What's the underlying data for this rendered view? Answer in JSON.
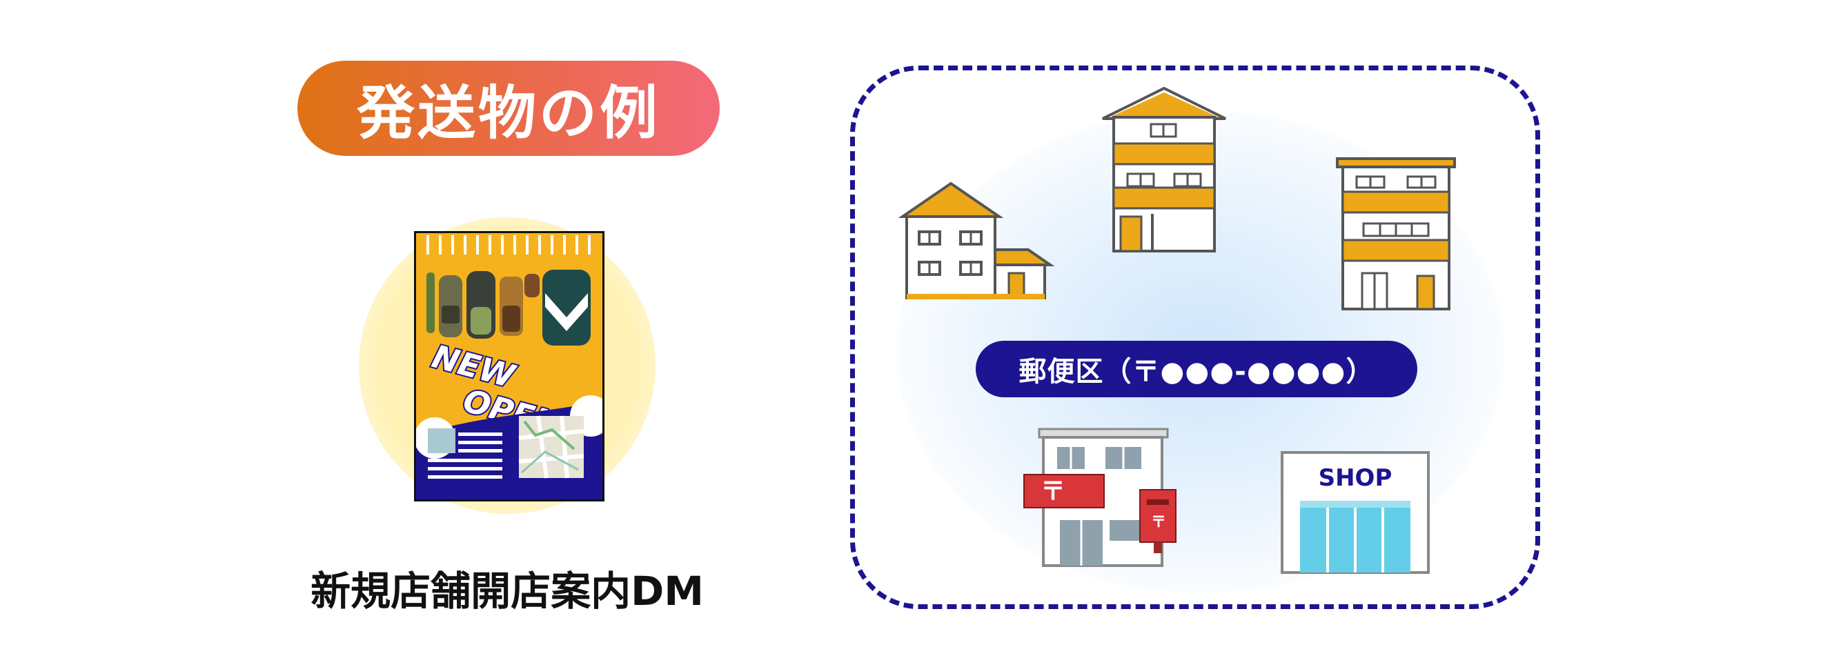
{
  "example_label": "発送物の例",
  "flyer": {
    "headline_line1": "NEW",
    "headline_line2": "OPEN!"
  },
  "flyer_caption": "新規店舗開店案内DM",
  "district_label": "郵便区（〒●●●-●●●●）",
  "shop_sign": "SHOP",
  "postal_mark": "〒",
  "colors": {
    "navy": "#1d1491",
    "orange": "#eca818",
    "pill_gradient_start": "#de7314",
    "pill_gradient_end": "#f4697a",
    "post_red": "#d9363a",
    "glass_blue": "#64cde8"
  }
}
